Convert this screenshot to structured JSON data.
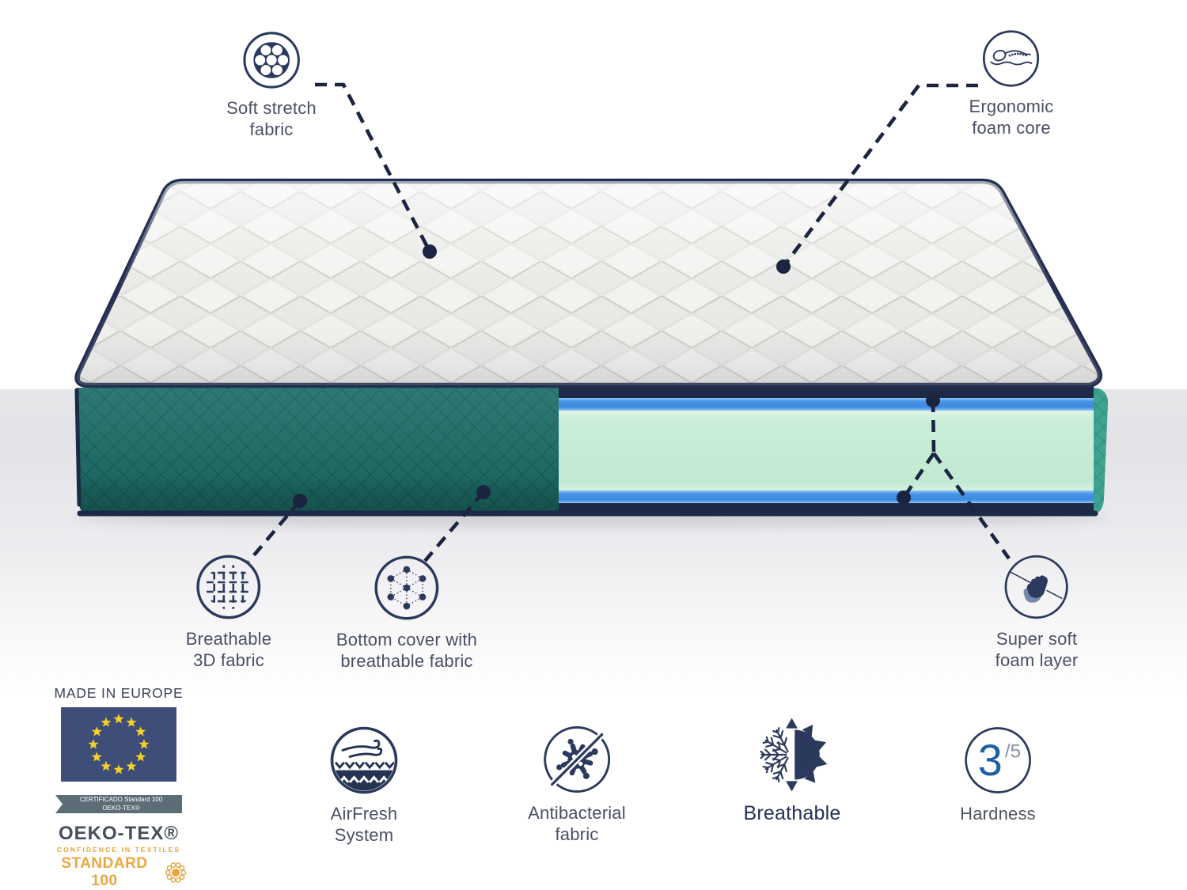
{
  "product": {
    "type": "mattress cutaway infographic"
  },
  "callouts": {
    "soft_stretch": {
      "label": "Soft stretch\nfabric"
    },
    "ergonomic": {
      "label": "Ergonomic\nfoam core"
    },
    "breathable_3d": {
      "label": "Breathable\n3D fabric"
    },
    "bottom_cover": {
      "label": "Bottom cover with\nbreathable fabric"
    },
    "super_soft": {
      "label": "Super soft\nfoam layer"
    }
  },
  "features": {
    "airfresh": {
      "label": "AirFresh\nSystem"
    },
    "antibacterial": {
      "label": "Antibacterial\nfabric"
    },
    "breathable": {
      "label": "Breathable"
    },
    "hardness": {
      "label": "Hardness",
      "value": "3",
      "scale": "/5"
    }
  },
  "certifications": {
    "made_in": "MADE IN EUROPE",
    "ribbon_line1": "CERTIFICADO Standard 100",
    "ribbon_line2": "OEKO-TEX®",
    "oeko_brand": "OEKO-TEX®",
    "oeko_sub": "CONFIDENCE IN TEXTILES",
    "oeko_standard": "STANDARD 100"
  },
  "colors": {
    "icon_navy": "#2b3a5c",
    "line_navy": "#1b2440",
    "label_text": "#4a5064",
    "teal_side": "#20706a",
    "teal_end_cap": "#3fa392",
    "foam_blue": "#4794e8",
    "foam_mint": "#c9edd9",
    "piping_navy": "#1d2a47",
    "hardness_blue": "#1e5fa6",
    "eu_flag_blue": "#3f4e79",
    "eu_star_gold": "#f5d225",
    "oeko_orange": "#e9a43c",
    "ribbon_gray": "#5c6d78"
  }
}
